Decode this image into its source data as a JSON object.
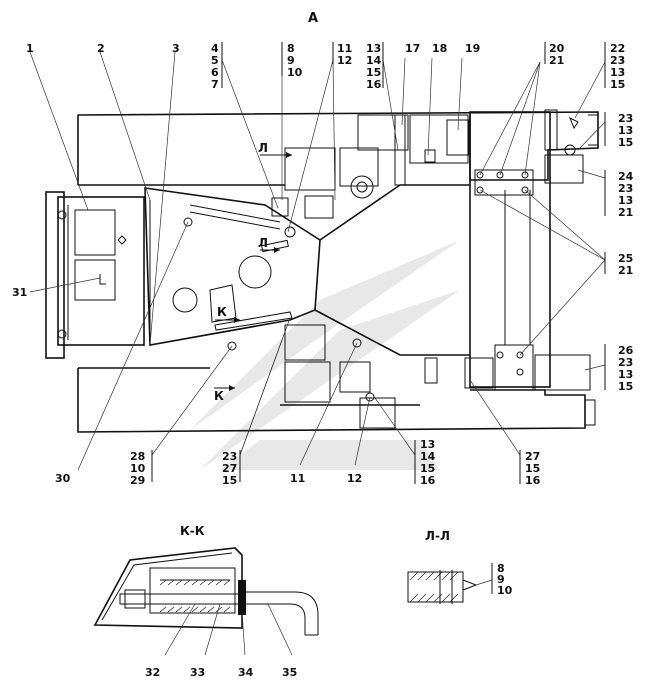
{
  "view_title": "А",
  "section_kk": "К-К",
  "section_ll": "Л-Л",
  "view_marker_k": "К",
  "view_marker_l": "Л",
  "labels_top": {
    "l1": "1",
    "l2": "2",
    "l3": "3",
    "l4": "4",
    "l5": "5",
    "l6": "6",
    "l7": "7",
    "l8": "8",
    "l9": "9",
    "l10": "10",
    "l11": "11",
    "l12": "12",
    "l13": "13",
    "l14": "14",
    "l15": "15",
    "l16": "16",
    "l17": "17",
    "l18": "18",
    "l19": "19",
    "l20": "20",
    "l21": "21",
    "l22": "22",
    "l23": "23",
    "l13b": "13",
    "l15b": "15"
  },
  "labels_right": {
    "g1": [
      "23",
      "13",
      "15"
    ],
    "g2": [
      "24",
      "23",
      "13",
      "21"
    ],
    "g3": [
      "25",
      "21"
    ],
    "g4": [
      "26",
      "23",
      "13",
      "15"
    ]
  },
  "labels_left": {
    "l31": "31",
    "l30": "30"
  },
  "labels_bottom": {
    "g28": [
      "28",
      "10",
      "29"
    ],
    "g23": [
      "23",
      "27",
      "15"
    ],
    "l11": "11",
    "l12": "12",
    "g13": [
      "13",
      "14",
      "15",
      "16"
    ],
    "g27": [
      "27",
      "15",
      "16"
    ]
  },
  "labels_kk": [
    "32",
    "33",
    "34",
    "35"
  ],
  "labels_ll": [
    "8",
    "9",
    "10"
  ]
}
